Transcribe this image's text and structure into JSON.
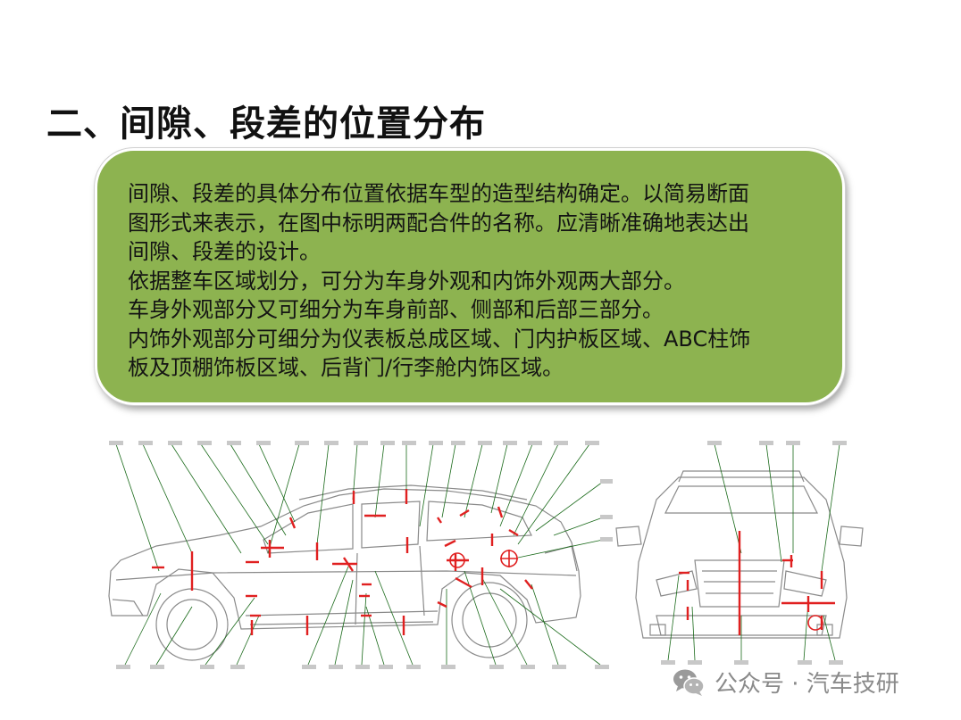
{
  "slide": {
    "title": "二、间隙、段差的位置分布",
    "paragraphs": [
      "间隙、段差的具体分布位置依据车型的造型结构确定。以简易断面",
      "图形式来表示，在图中标明两配合件的名称。应清晰准确地表达出",
      "间隙、段差的设计。",
      "依据整车区域划分，可分为车身外观和内饰外观两大部分。",
      "车身外观部分又可细分为车身前部、侧部和后部三部分。",
      "内饰外观部分可细分为仪表板总成区域、门内护板区域、ABC柱饰",
      "板及顶棚饰板区域、后背门/行李舱内饰区域。"
    ],
    "box_color": "#8db350",
    "marker_color": "#e02020"
  },
  "watermark": {
    "icon": "wechat-icon",
    "text": "公众号 · 汽车技研"
  }
}
